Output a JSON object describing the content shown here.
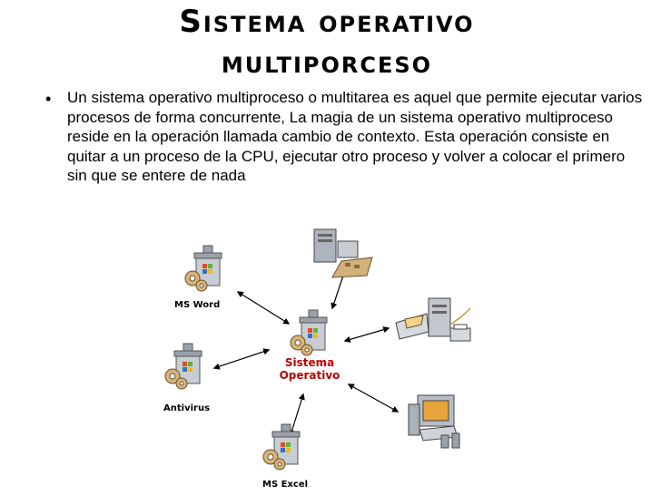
{
  "slide": {
    "title_line1": "Sistema operativo",
    "title_line2": "multiporceso",
    "bullet": "Un sistema operativo multiproceso o multitarea es aquel que permite ejecutar varios procesos de forma concurrente,  La magia de un sistema operativo multiproceso reside en la operación llamada cambio de contexto. Esta operación consiste en quitar a un proceso de la CPU, ejecutar otro proceso y volver a colocar el primero sin que se entere de nada"
  },
  "diagram": {
    "center_label_line1": "Sistema",
    "center_label_line2": "Operativo",
    "nodes": {
      "word": "MS Word",
      "antivirus": "Antivirus",
      "excel": "MS Excel"
    },
    "icons": {
      "process": "process-bin-icon",
      "server": "server-computer-icon",
      "printer": "printer-computer-icon",
      "workstation": "workstation-computer-icon"
    },
    "colors": {
      "center_label": "#c00000",
      "arrow": "#000000"
    }
  }
}
